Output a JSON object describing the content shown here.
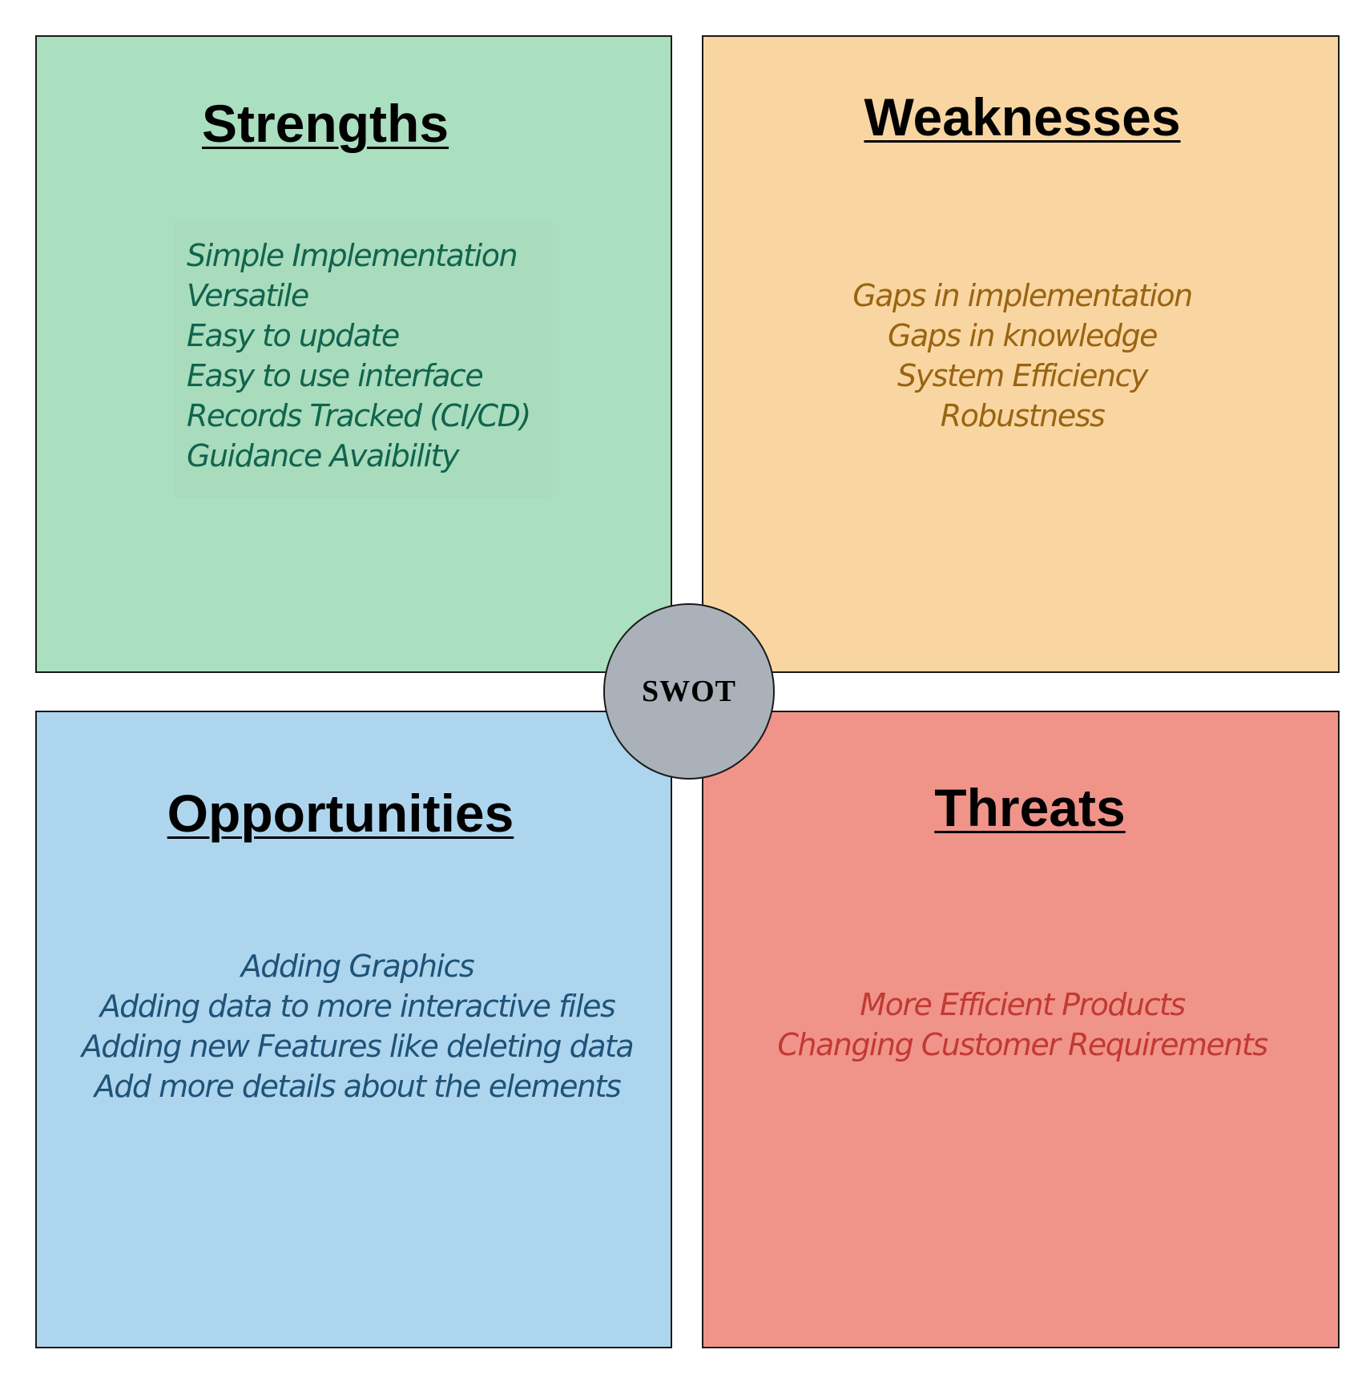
{
  "colors": {
    "strengths_bg": "#aadfc0",
    "strengths_text": "#11644d",
    "weaknesses_bg": "#f9d6a1",
    "weaknesses_text": "#996412",
    "opportunities_bg": "#aed5ee",
    "opportunities_text": "#1e5378",
    "threats_bg": "#f0948a",
    "threats_text": "#c13a33",
    "center_bg": "#abb1b9"
  },
  "center": {
    "label": "SWOT"
  },
  "strengths": {
    "title": "Strengths",
    "items": [
      "Simple Implementation",
      "Versatile",
      "Easy to update",
      "Easy to use interface",
      "Records Tracked (CI/CD)",
      "Guidance Avaibility"
    ]
  },
  "weaknesses": {
    "title": "Weaknesses",
    "items": [
      "Gaps in implementation",
      "Gaps in knowledge",
      "System Efficiency",
      "Robustness"
    ]
  },
  "opportunities": {
    "title": "Opportunities",
    "items": [
      "Adding Graphics",
      "Adding data to more interactive files",
      "Adding new Features like deleting data",
      "Add more details about the elements"
    ]
  },
  "threats": {
    "title": "Threats",
    "items": [
      "More Efficient Products",
      "Changing Customer Requirements"
    ]
  }
}
